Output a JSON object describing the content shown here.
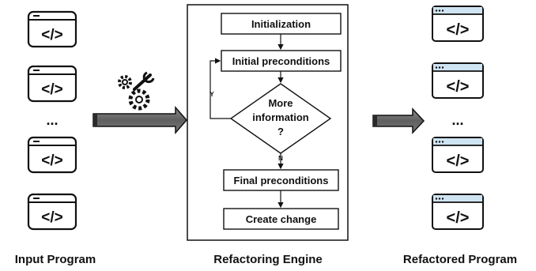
{
  "diagram": {
    "input_label": "Input Program",
    "engine_label": "Refactoring Engine",
    "output_label": "Refactored Program",
    "ellipsis": "...",
    "code_glyph_input": "</>",
    "code_glyph_output": "</>",
    "flow": {
      "init": "Initialization",
      "initial_pre": "Initial preconditions",
      "decision_line1": "More",
      "decision_line2": "information",
      "decision_line3": "?",
      "yes": "Y",
      "no": "N",
      "final_pre": "Final preconditions",
      "create": "Create change"
    },
    "icons": {
      "input_files": "code-window-icon",
      "tools": "gears-wrench-icon",
      "output_files": "code-window-icon"
    },
    "colors": {
      "arrow_fill": "#6b6b6b",
      "output_window_header": "#cfe4f2",
      "stroke": "#111111"
    }
  }
}
